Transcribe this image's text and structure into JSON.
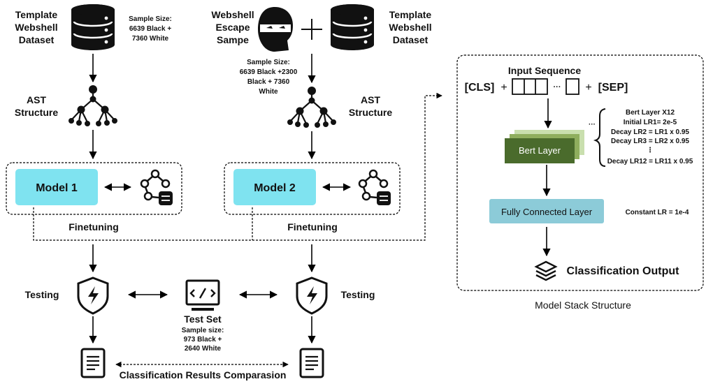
{
  "left_dataset": {
    "title_lines": [
      "Template",
      "Webshell",
      "Dataset"
    ],
    "sample_lines": [
      "Sample Size:",
      "6639 Black +",
      "7360 White"
    ]
  },
  "escape_sample": {
    "title_lines": [
      "Webshell",
      "Escape",
      "Sampe"
    ],
    "sample_lines": [
      "Sample Size:",
      "6639 Black +2300",
      "Black + 7360",
      "White"
    ]
  },
  "right_dataset": {
    "title_lines": [
      "Template",
      "Webshell",
      "Dataset"
    ]
  },
  "plus_sign": "+",
  "ast_left": [
    "AST",
    "Structure"
  ],
  "ast_right": [
    "AST",
    "Structure"
  ],
  "model_1": {
    "label": "Model 1",
    "finetune_label": "Finetuning"
  },
  "model_2": {
    "label": "Model 2",
    "finetune_label": "Finetuning"
  },
  "testing_left": "Testing",
  "testing_right": "Testing",
  "test_set": {
    "title": "Test Set",
    "sample_lines": [
      "Sample size:",
      "973 Black +",
      "2640 White"
    ]
  },
  "comparison_label": "Classification Results Comparasion",
  "stack": {
    "caption": "Model Stack Structure",
    "input_title": "Input Sequence",
    "cls_token": "[CLS]",
    "sep_token": "[SEP]",
    "plus": "+",
    "ellipsis": "···",
    "bert_label": "Bert Layer",
    "bert_notes": [
      "Bert Layer X12",
      "Initial LR1= 2e-5",
      "Decay LR2 = LR1 x 0.95",
      "Decay LR3 = LR2 x 0.95",
      "⋮",
      "Decay LR12 = LR11 x 0.95"
    ],
    "bert_dots": "···",
    "fc_label": "Fully Connected Layer",
    "fc_note": "Constant LR = 1e-4",
    "output_label": "Classification Output"
  },
  "colors": {
    "model_box": "#7fe3f0",
    "bert_dark": "#4a6b2c",
    "bert_mid": "#8fae5e",
    "bert_light": "#c9dfae",
    "fc_box": "#8ccbd8"
  }
}
